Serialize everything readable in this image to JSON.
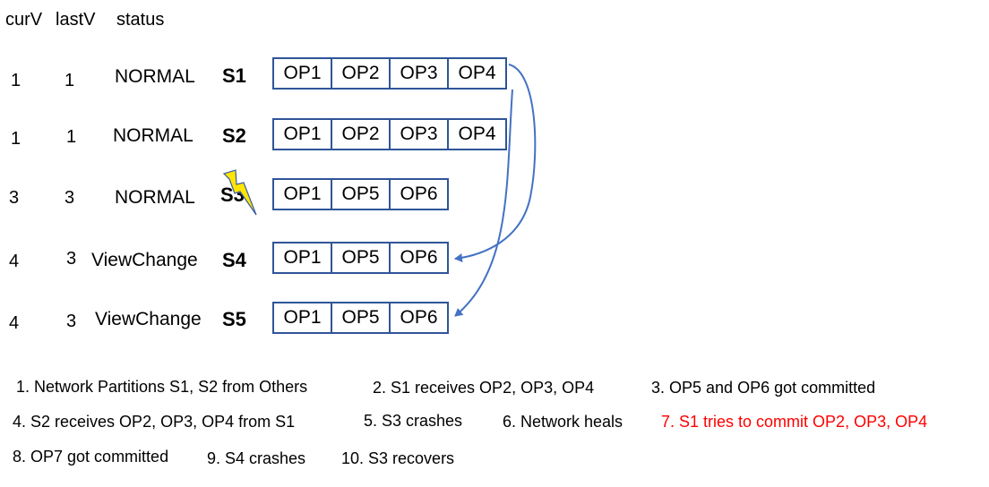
{
  "headers": {
    "curV": "curV",
    "lastV": "lastV",
    "status": "status"
  },
  "servers": [
    {
      "name": "S1",
      "curV": "1",
      "lastV": "1",
      "status": "NORMAL",
      "ops": [
        "OP1",
        "OP2",
        "OP3",
        "OP4"
      ]
    },
    {
      "name": "S2",
      "curV": "1",
      "lastV": "1",
      "status": "NORMAL",
      "ops": [
        "OP1",
        "OP2",
        "OP3",
        "OP4"
      ]
    },
    {
      "name": "S3",
      "curV": "3",
      "lastV": "3",
      "status": "NORMAL",
      "ops": [
        "OP1",
        "OP5",
        "OP6"
      ],
      "crashed": true
    },
    {
      "name": "S4",
      "curV": "4",
      "lastV": "3",
      "status": "ViewChange",
      "ops": [
        "OP1",
        "OP5",
        "OP6"
      ]
    },
    {
      "name": "S5",
      "curV": "4",
      "lastV": "3",
      "status": "ViewChange",
      "ops": [
        "OP1",
        "OP5",
        "OP6"
      ]
    }
  ],
  "events": {
    "e1": "1. Network Partitions S1, S2 from Others",
    "e2": "2. S1 receives OP2, OP3, OP4",
    "e3": "3. OP5 and OP6 got committed",
    "e4": "4. S2 receives OP2, OP3, OP4 from S1",
    "e5": "5. S3 crashes",
    "e6": "6. Network heals",
    "e7": "7. S1 tries to commit OP2, OP3, OP4",
    "e8": "8. OP7 got committed",
    "e9": "9. S4 crashes",
    "e10": "10. S3 recovers"
  },
  "colors": {
    "box_border": "#2f5597",
    "arrow": "#4472c4",
    "highlight": "#ff0000",
    "bolt": "#ffe600"
  },
  "icons": {
    "crash": "lightning-bolt-icon"
  }
}
